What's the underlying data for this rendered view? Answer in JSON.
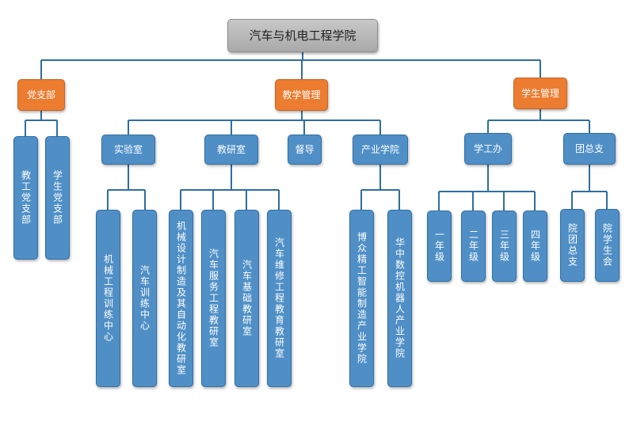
{
  "diagram": {
    "root": "汽车与机电工程学院",
    "level1": [
      {
        "label": "党支部",
        "children": [
          "教工党支部",
          "学生党支部"
        ]
      },
      {
        "label": "教学管理",
        "children": [
          {
            "label": "实验室",
            "children": [
              "机械工程训练中心",
              "汽车训练中心"
            ]
          },
          {
            "label": "教研室",
            "children": [
              "机械设计制造及其自动化教研室",
              "汽车服务工程教研室",
              "汽车基础教研室",
              "汽车维修工程教育教研室"
            ]
          },
          {
            "label": "督导",
            "children": []
          },
          {
            "label": "产业学院",
            "children": [
              "博众精工智能制造产业学院",
              "华中数控机器人产业学院"
            ]
          }
        ]
      },
      {
        "label": "学生管理",
        "children": [
          {
            "label": "学工办",
            "children": [
              "一年级",
              "二年级",
              "三年级",
              "四年级"
            ]
          },
          {
            "label": "团总支",
            "children": [
              "院团总支",
              "院学生会"
            ]
          }
        ]
      }
    ]
  },
  "colors": {
    "root_fill": "#b5b5b5",
    "level1_fill": "#ec7c30",
    "node_fill": "#4f8fc6",
    "connector": "#2e6e9e"
  }
}
